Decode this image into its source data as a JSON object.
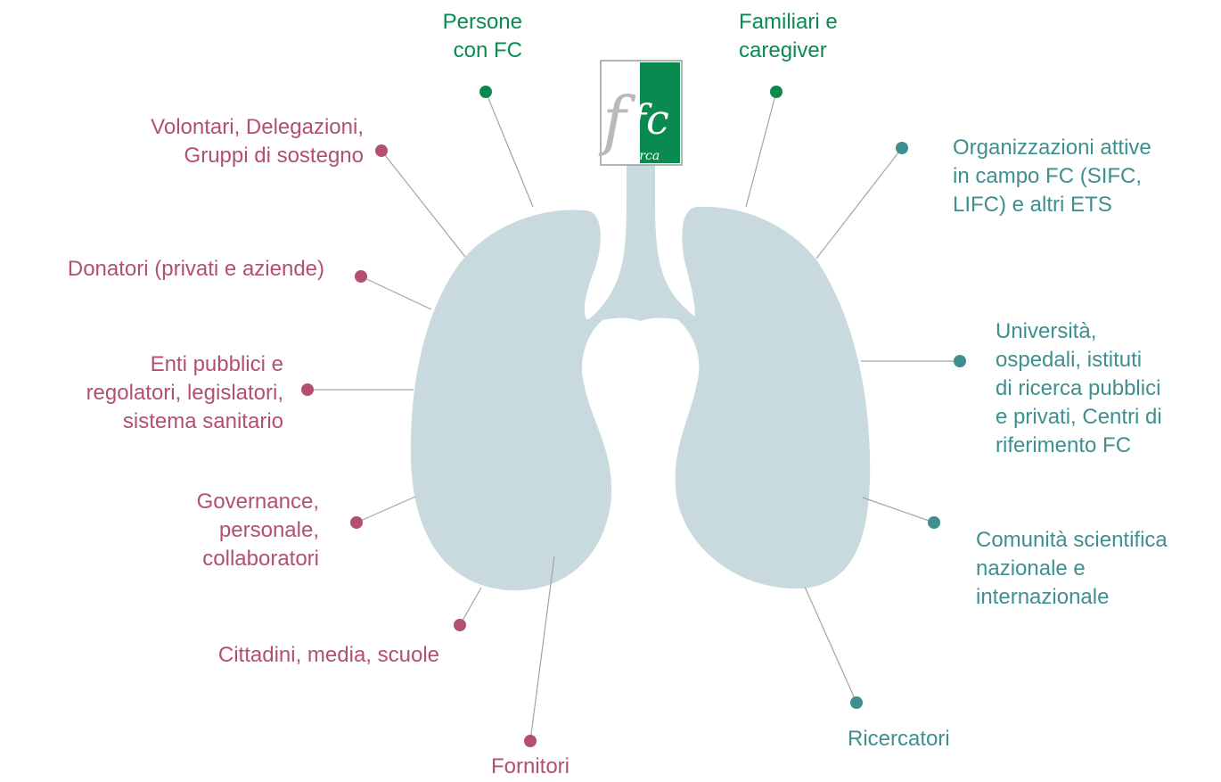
{
  "colors": {
    "green": "#0a8a4e",
    "magenta": "#b24f73",
    "teal": "#3f8f8f",
    "lung": "#c8dadd",
    "line": "#a4a4a4",
    "logo_gray": "#b9b9b9"
  },
  "logo": {
    "letter_f": "f",
    "letters_fc": "fc",
    "word": "ricerca"
  },
  "stakeholders": [
    {
      "id": "persone",
      "group": "green",
      "label": "Persone\ncon FC"
    },
    {
      "id": "familiari",
      "group": "green",
      "label": "Familiari e\ncaregiver"
    },
    {
      "id": "organizzazioni",
      "group": "teal",
      "label": "Organizzazioni attive\nin campo FC (SIFC,\nLIFC) e altri ETS"
    },
    {
      "id": "universita",
      "group": "teal",
      "label": "Università,\nospedali, istituti\ndi ricerca pubblici\ne privati, Centri di\nriferimento FC"
    },
    {
      "id": "comunita",
      "group": "teal",
      "label": "Comunità scientifica\nnazionale e\ninternazionale"
    },
    {
      "id": "ricercatori",
      "group": "teal",
      "label": "Ricercatori"
    },
    {
      "id": "fornitori",
      "group": "magenta",
      "label": "Fornitori"
    },
    {
      "id": "cittadini",
      "group": "magenta",
      "label": "Cittadini, media, scuole"
    },
    {
      "id": "governance",
      "group": "magenta",
      "label": "Governance,\npersonale,\ncollaboratori"
    },
    {
      "id": "enti",
      "group": "magenta",
      "label": "Enti pubblici e\nregolatori, legislatori,\nsistema sanitario"
    },
    {
      "id": "donatori",
      "group": "magenta",
      "label": "Donatori (privati e aziende)"
    },
    {
      "id": "volontari",
      "group": "magenta",
      "label": "Volontari, Delegazioni,\nGruppi di sostegno"
    }
  ]
}
